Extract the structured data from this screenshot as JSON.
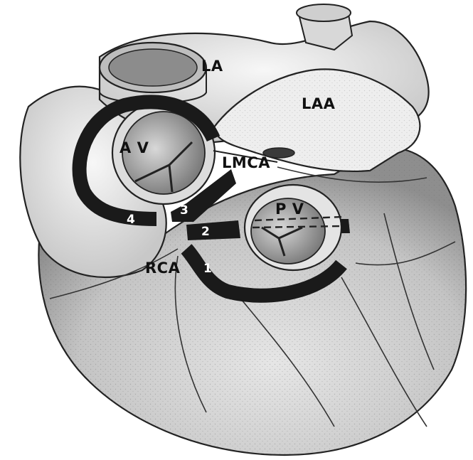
{
  "labels": {
    "la": "LA",
    "laa": "LAA",
    "av": "A V",
    "lmca": "LMCA",
    "pv": "P V",
    "rca": "RCA"
  },
  "band_numbers": {
    "one": "1",
    "two": "2",
    "three": "3",
    "four": "4"
  },
  "colors": {
    "outline": "#222222",
    "band": "#1a1a1a",
    "shading": "#9a9a9a",
    "highlight": "#f4f4f4"
  }
}
